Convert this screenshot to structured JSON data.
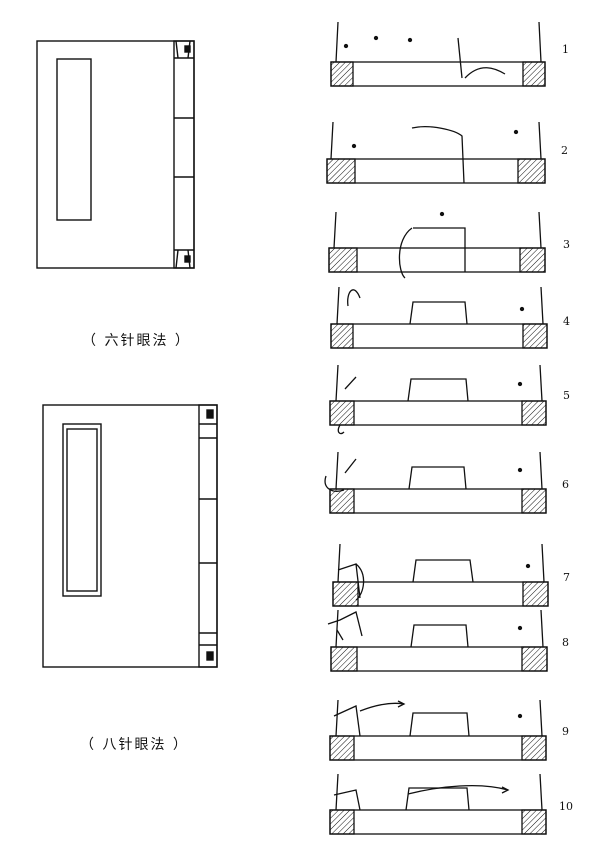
{
  "captions": {
    "six_hole": "（ 六针眼法 ）",
    "eight_hole": "（ 八针眼法 ）"
  },
  "steps": [
    "1",
    "2",
    "3",
    "4",
    "5",
    "6",
    "7",
    "8",
    "9",
    "10"
  ],
  "colors": {
    "ink": "#111111",
    "paper": "#ffffff"
  }
}
